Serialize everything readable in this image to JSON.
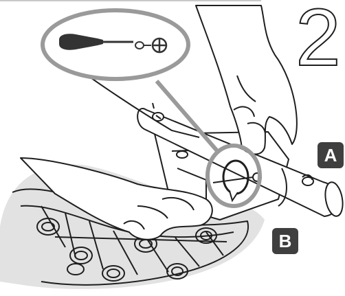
{
  "step": {
    "number": "2"
  },
  "labels": {
    "a": "A",
    "b": "B"
  },
  "tool_callout": {
    "tool": "screwdriver-icon",
    "fastener": "screw-icon",
    "drive": "phillips-head-icon"
  },
  "colors": {
    "badge_fill": "#3f3f3f",
    "callout_ring": "#9a9a9a",
    "part_shadow": "#e2e2e2",
    "line": "#1e1e1e"
  }
}
